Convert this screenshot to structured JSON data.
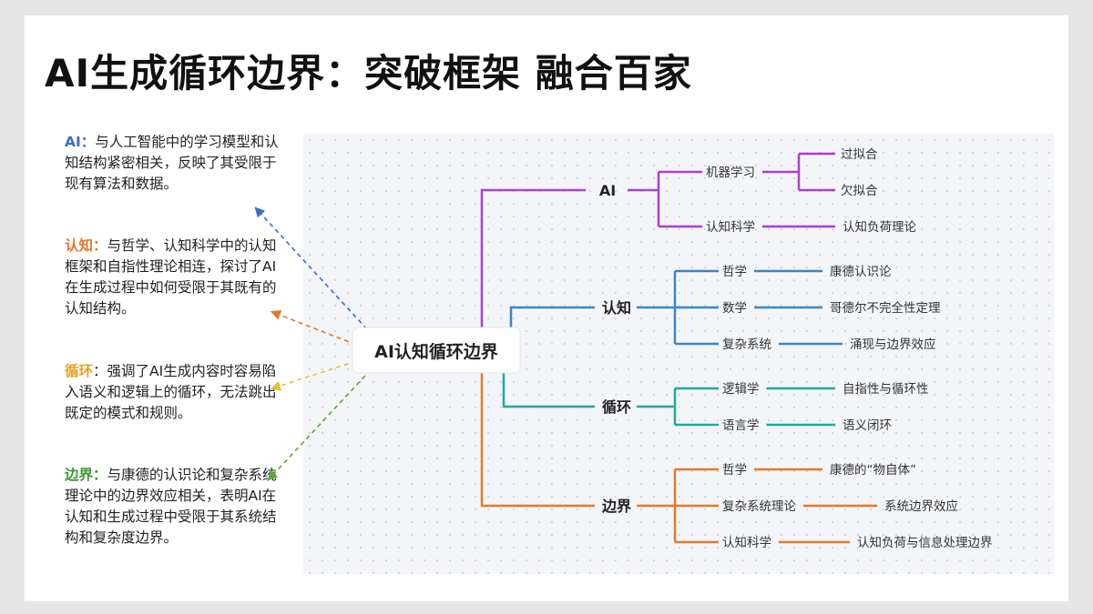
{
  "title": "AI生成循环边界：突破框架 融合百家",
  "descriptions": [
    {
      "key": "AI",
      "sep": "：",
      "text": "与人工智能中的学习模型和认知结构紧密相关，反映了其受限于现有算法和数据。",
      "color": "#3a6fc4"
    },
    {
      "key": "认知",
      "sep": "：",
      "text": "与哲学、认知科学中的认知框架和自指性理论相连，探讨了AI在生成过程中如何受限于其既有的认知结构。",
      "color": "#e0782e"
    },
    {
      "key": "循环",
      "sep": "：",
      "text": "强调了AI生成内容时容易陷入语义和逻辑上的循环，无法跳出既定的模式和规则。",
      "color": "#e8a020"
    },
    {
      "key": "边界",
      "sep": "：",
      "text": "与康德的认识论和复杂系统理论中的边界效应相关，表明AI在认知和生成过程中受限于其系统结构和复杂度边界。",
      "color": "#3a9a2e"
    }
  ],
  "mindmap": {
    "root": "AI认知循环边界",
    "branches": [
      {
        "label": "AI",
        "color": "#b03ccf",
        "children": [
          {
            "label": "机器学习",
            "children": [
              "过拟合",
              "欠拟合"
            ]
          },
          {
            "label": "认知科学",
            "children": [
              "认知负荷理论"
            ]
          }
        ]
      },
      {
        "label": "认知",
        "color": "#3b86c8",
        "children": [
          {
            "label": "哲学",
            "children": [
              "康德认识论"
            ]
          },
          {
            "label": "数学",
            "children": [
              "哥德尔不完全性定理"
            ]
          },
          {
            "label": "复杂系统",
            "children": [
              "涌现与边界效应"
            ]
          }
        ]
      },
      {
        "label": "循环",
        "color": "#22a99a",
        "children": [
          {
            "label": "逻辑学",
            "children": [
              "自指性与循环性"
            ]
          },
          {
            "label": "语言学",
            "children": [
              "语义闭环"
            ]
          }
        ]
      },
      {
        "label": "边界",
        "color": "#e07b2b",
        "children": [
          {
            "label": "哲学",
            "children": [
              "康德的“物自体”"
            ]
          },
          {
            "label": "复杂系统理论",
            "children": [
              "系统边界效应"
            ]
          },
          {
            "label": "认知科学",
            "children": [
              "认知负荷与信息处理边界"
            ]
          }
        ]
      }
    ]
  },
  "arrows": [
    {
      "color": "#3a6fc4"
    },
    {
      "color": "#e0782e"
    },
    {
      "color": "#e8c030"
    },
    {
      "color": "#5aaa3a"
    }
  ]
}
